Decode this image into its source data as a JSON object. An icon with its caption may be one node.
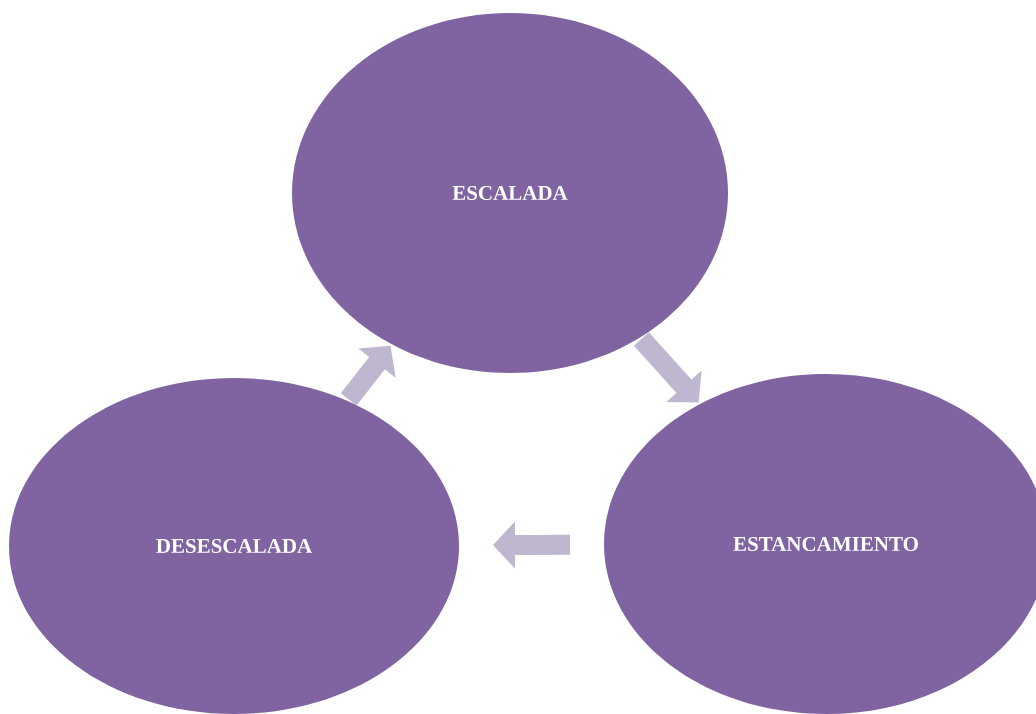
{
  "diagram": {
    "nodes": [
      {
        "text": [
          "ESCALADA"
        ]
      },
      {
        "text": [
          "DESESCALADA"
        ]
      },
      {
        "text": [
          "ESTANCAMIENTO"
        ]
      }
    ],
    "edges": [
      {
        "from": 0,
        "to": 2,
        "arrow": "to"
      },
      {
        "from": 2,
        "to": 1,
        "arrow": "to"
      },
      {
        "from": 1,
        "to": 0,
        "arrow": "to"
      }
    ]
  }
}
